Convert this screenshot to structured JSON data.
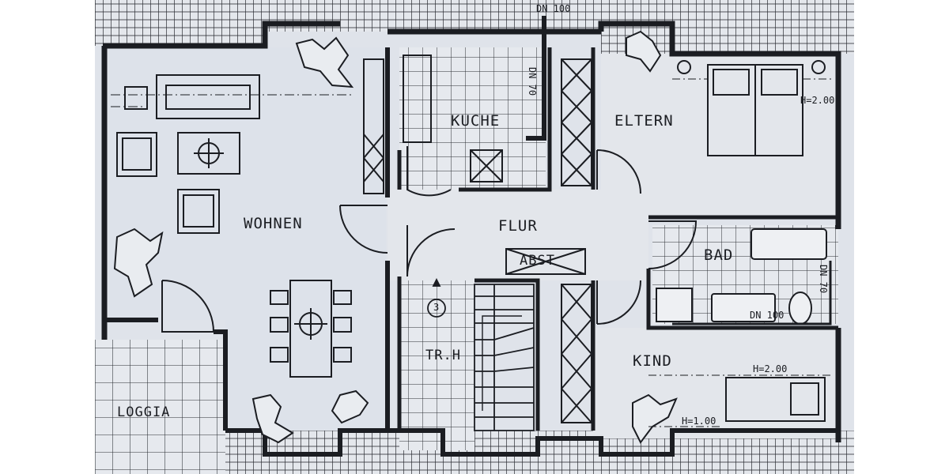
{
  "rooms": {
    "wohnen": "WOHNEN",
    "kuche": "KUCHE",
    "eltern": "ELTERN",
    "flur": "FLUR",
    "bad": "BAD",
    "abst": "ABST",
    "trh": "TR.H",
    "kind": "KIND",
    "loggia": "LOGGIA"
  },
  "annotations": {
    "h200_eltern": "H=2.00",
    "h200_kind": "H=2.00",
    "h100_kind": "H=1.00",
    "dn70_kuche": "DN 70",
    "dn100_top": "DN 100",
    "dn100_bad": "DN 100",
    "dn70_bad": "DN 70",
    "stair_number": "3"
  },
  "colors": {
    "paper": "#dfe3ea",
    "ink": "#1b1d22"
  }
}
